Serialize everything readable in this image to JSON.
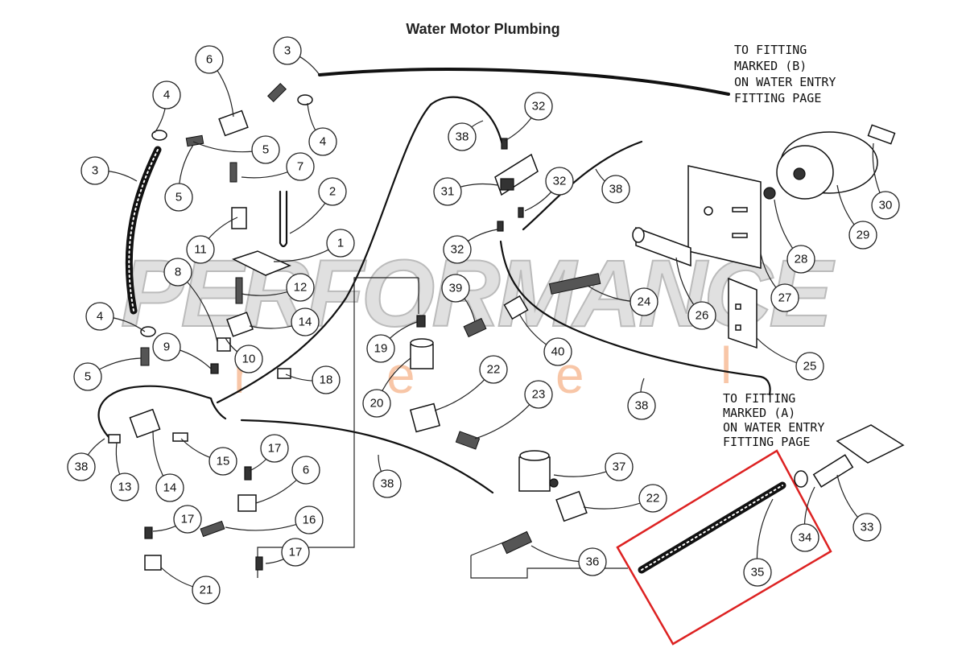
{
  "title": "Water Motor Plumbing",
  "notes": {
    "note_b": "TO FITTING\nMARKED (B)\nON WATER ENTRY\nFITTING PAGE",
    "note_a": "TO FITTING\nMARKED (A)\nON WATER ENTRY\nFITTING PAGE"
  },
  "watermark": {
    "text": "PERFORMANCE",
    "sub_letters": [
      "r",
      "e",
      "e",
      "l"
    ]
  },
  "highlight_color": "#d22222",
  "callouts": [
    {
      "label": "3"
    },
    {
      "label": "6"
    },
    {
      "label": "4"
    },
    {
      "label": "32"
    },
    {
      "label": "5"
    },
    {
      "label": "4"
    },
    {
      "label": "38"
    },
    {
      "label": "3"
    },
    {
      "label": "7"
    },
    {
      "label": "31"
    },
    {
      "label": "32"
    },
    {
      "label": "38"
    },
    {
      "label": "30"
    },
    {
      "label": "5"
    },
    {
      "label": "2"
    },
    {
      "label": "29"
    },
    {
      "label": "11"
    },
    {
      "label": "1"
    },
    {
      "label": "32"
    },
    {
      "label": "28"
    },
    {
      "label": "8"
    },
    {
      "label": "12"
    },
    {
      "label": "39"
    },
    {
      "label": "24"
    },
    {
      "label": "27"
    },
    {
      "label": "4"
    },
    {
      "label": "14"
    },
    {
      "label": "26"
    },
    {
      "label": "9"
    },
    {
      "label": "19"
    },
    {
      "label": "10"
    },
    {
      "label": "40"
    },
    {
      "label": "25"
    },
    {
      "label": "5"
    },
    {
      "label": "18"
    },
    {
      "label": "22"
    },
    {
      "label": "20"
    },
    {
      "label": "23"
    },
    {
      "label": "38"
    },
    {
      "label": "38"
    },
    {
      "label": "13"
    },
    {
      "label": "14"
    },
    {
      "label": "15"
    },
    {
      "label": "17"
    },
    {
      "label": "6"
    },
    {
      "label": "37"
    },
    {
      "label": "38"
    },
    {
      "label": "33"
    },
    {
      "label": "17"
    },
    {
      "label": "16"
    },
    {
      "label": "22"
    },
    {
      "label": "34"
    },
    {
      "label": "17"
    },
    {
      "label": "36"
    },
    {
      "label": "35"
    },
    {
      "label": "21"
    }
  ]
}
